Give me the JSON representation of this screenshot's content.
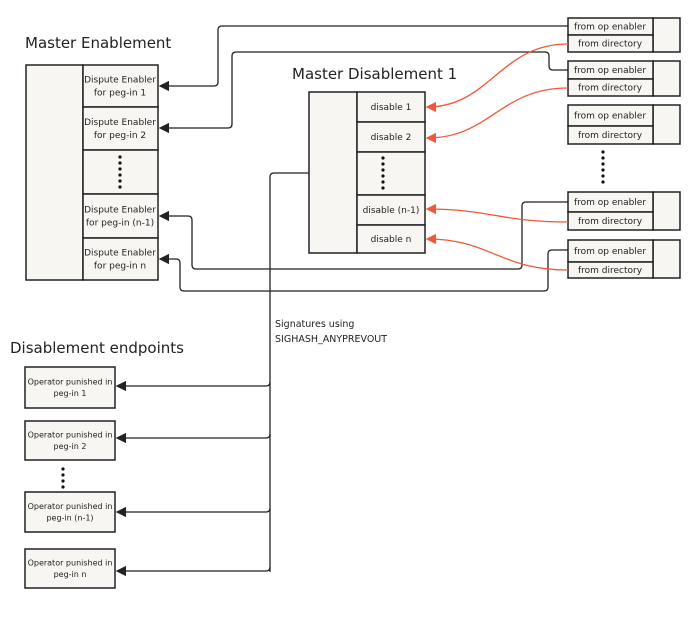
{
  "master_enablement": {
    "title": "Master Enablement",
    "cells": [
      "Dispute Enabler|for peg-in 1",
      "Dispute Enabler|for peg-in 2",
      "Dispute Enabler|for peg-in (n-1)",
      "Dispute Enabler|for peg-in n"
    ]
  },
  "master_disablement": {
    "title": "Master Disablement 1",
    "cells": [
      "disable 1",
      "disable 2",
      "disable (n-1)",
      "disable n"
    ]
  },
  "sources": {
    "op_label": "from op enabler",
    "dir_label": "from directory"
  },
  "signature_note": [
    "Signatures using",
    "SIGHASH_ANYPREVOUT"
  ],
  "endpoints": {
    "title": "Disablement endpoints",
    "cells": [
      "Operator punished in|peg-in 1",
      "Operator punished in|peg-in 2",
      "Operator punished in|peg-in (n-1)",
      "Operator punished in|peg-in n"
    ]
  },
  "colors": {
    "directory_arrow": "#f0583a",
    "box_fill": "#f7f6f2"
  }
}
